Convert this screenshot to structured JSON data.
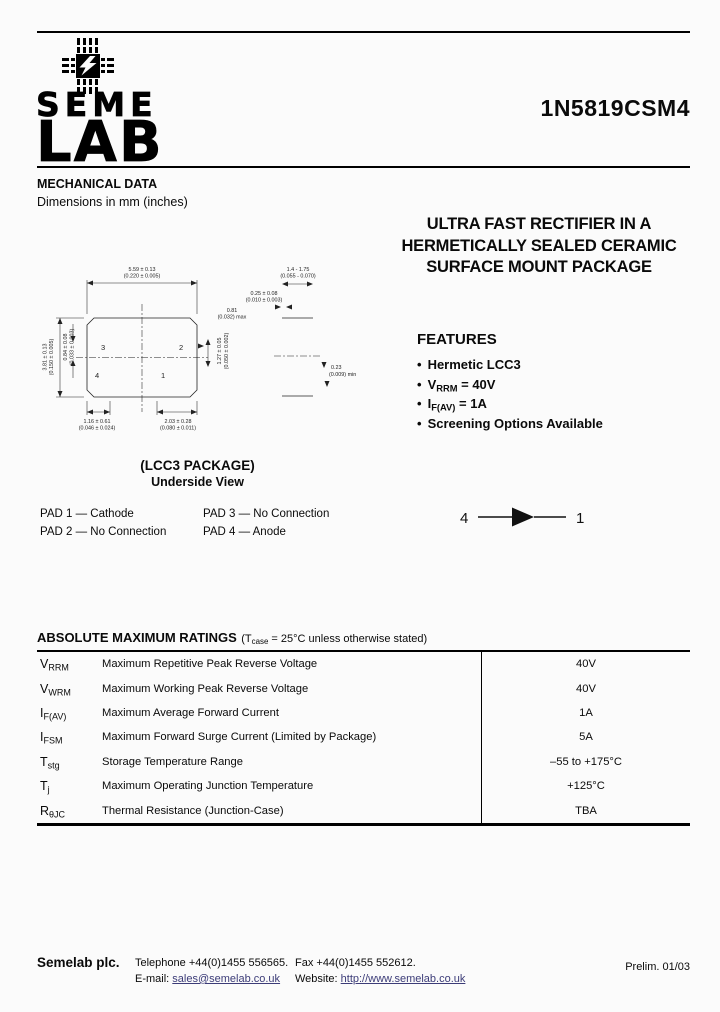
{
  "header": {
    "brand_line1": "SEME",
    "brand_line2": "LAB",
    "part_number": "1N5819CSM4"
  },
  "mechanical": {
    "title": "MECHANICAL DATA",
    "subtitle": "Dimensions in mm (inches)"
  },
  "main_title": {
    "line1": "ULTRA FAST RECTIFIER IN A",
    "line2": "HERMETICALLY SEALED CERAMIC",
    "line3": "SURFACE MOUNT PACKAGE"
  },
  "features": {
    "title": "FEATURES",
    "items": [
      {
        "pre": "Hermetic LCC3"
      },
      {
        "pre": "V",
        "sub": "RRM",
        "post": " = 40V"
      },
      {
        "pre": "I",
        "sub": "F(AV)",
        "post": " = 1A"
      },
      {
        "pre": "Screening Options Available"
      }
    ]
  },
  "drawing": {
    "dim_top_mm": "5.59 ± 0.13",
    "dim_top_in": "(0.220 ± 0.005)",
    "dim_left_mm": "3.81 ± 0.13",
    "dim_left_in": "(0.150 ± 0.005)",
    "dim_left_inner_mm": "0.84 ± 0.08",
    "dim_left_inner_in": "(0.033 ± 0.003)",
    "dim_bot_left_mm": "1.16 ± 0.61",
    "dim_bot_left_in": "(0.046 ± 0.024)",
    "dim_bot_right_mm": "2.03 ± 0.28",
    "dim_bot_right_in": "(0.080 ± 0.011)",
    "dim_pitch_mm": "1.27 ± 0.05",
    "dim_pitch_in": "(0.050 ± 0.002)",
    "dim_lid_mm": "0.81",
    "dim_lid_in": "(0.032) max",
    "dim_side_mm": "1.4 - 1.75",
    "dim_side_in": "(0.055 - 0.070)",
    "dim_side_top_mm": "0.25 ± 0.08",
    "dim_side_top_in": "(0.010 ± 0.003)",
    "dim_standoff_mm": "0.23",
    "dim_standoff_in": "(0.009) min",
    "pad_labels": [
      "3",
      "2",
      "4",
      "1"
    ]
  },
  "package": {
    "caption_line1": "(LCC3 PACKAGE)",
    "caption_line2": "Underside View",
    "pads": [
      "PAD 1 — Cathode",
      "PAD 3 — No Connection",
      "PAD 2 — No Connection",
      "PAD 4 — Anode"
    ],
    "diode_left": "4",
    "diode_right": "1"
  },
  "ratings": {
    "title": "ABSOLUTE MAXIMUM RATINGS",
    "condition_pre": "(T",
    "condition_sub": "case",
    "condition_post": " = 25°C unless otherwise stated)",
    "rows": [
      {
        "sym": "V",
        "sub": "RRM",
        "desc": "Maximum Repetitive Peak Reverse Voltage",
        "value": "40V"
      },
      {
        "sym": "V",
        "sub": "WRM",
        "desc": "Maximum Working Peak Reverse Voltage",
        "value": "40V"
      },
      {
        "sym": "I",
        "sub": "F(AV)",
        "desc": "Maximum Average Forward Current",
        "value": "1A"
      },
      {
        "sym": "I",
        "sub": "FSM",
        "desc": "Maximum Forward Surge Current (Limited by Package)",
        "value": "5A"
      },
      {
        "sym": "T",
        "sub": "stg",
        "desc": "Storage Temperature Range",
        "value": "–55 to +175°C"
      },
      {
        "sym": "T",
        "sub": "j",
        "desc": "Maximum Operating Junction Temperature",
        "value": "+125°C"
      },
      {
        "sym": "R",
        "sub": "θJC",
        "desc": "Thermal Resistance (Junction-Case)",
        "value": "TBA"
      }
    ]
  },
  "footer": {
    "company": "Semelab plc.",
    "telephone": "Telephone +44(0)1455 556565.",
    "fax": "Fax +44(0)1455 552612.",
    "email_label": "E-mail: ",
    "email": "sales@semelab.co.uk",
    "website_label": "Website: ",
    "website": "http://www.semelab.co.uk",
    "revision": "Prelim. 01/03"
  },
  "colors": {
    "link": "#3c3c78",
    "ink": "#0a0a0a",
    "paper": "#fbfbfb"
  }
}
